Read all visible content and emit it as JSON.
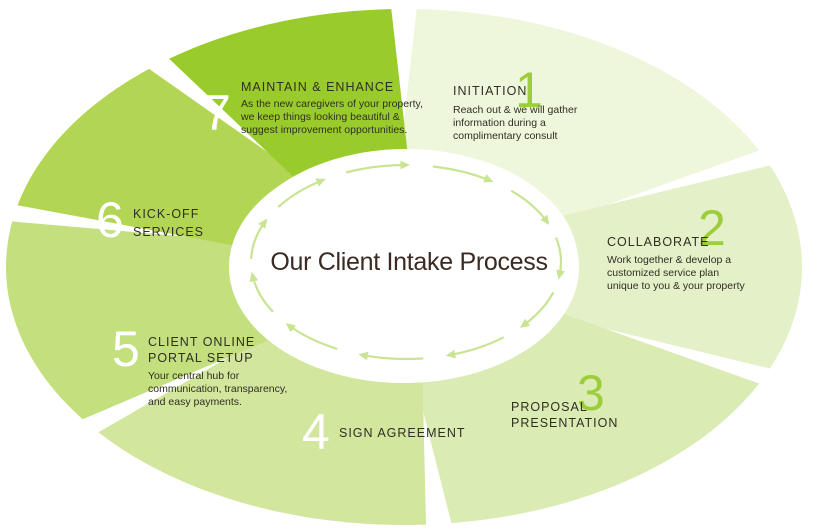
{
  "center": {
    "title": "Our Client Intake Process"
  },
  "colors": {
    "step1": "#eef6db",
    "step2": "#e4f0c7",
    "step3": "#dbebb4",
    "step4": "#d2e69d",
    "step5": "#c3df7e",
    "step6": "#b2d553",
    "step7": "#9acb2c",
    "arrow": "#c9e492",
    "dark_text": "#2f2f24",
    "light_text": "#ffffff",
    "green_num": "#9ccd3a"
  },
  "steps": [
    {
      "number": "1",
      "heading": "INITIATION",
      "description": [
        "Reach out & we will gather",
        "information during a",
        "complimentary consult"
      ]
    },
    {
      "number": "2",
      "heading": "COLLABORATE",
      "description": [
        "Work together & develop a",
        "customized service plan",
        "unique to you & your property"
      ]
    },
    {
      "number": "3",
      "heading": [
        "PROPOSAL",
        "PRESENTATION"
      ],
      "description": []
    },
    {
      "number": "4",
      "heading": "SIGN AGREEMENT",
      "description": []
    },
    {
      "number": "5",
      "heading": [
        "CLIENT ONLINE",
        "PORTAL SETUP"
      ],
      "description": [
        "Your central hub for",
        "communication, transparency,",
        "and easy payments."
      ]
    },
    {
      "number": "6",
      "heading": [
        "KICK-OFF",
        "SERVICES"
      ],
      "description": []
    },
    {
      "number": "7",
      "heading": "MAINTAIN & ENHANCE",
      "description": [
        "As the new caregivers of your property,",
        "we keep things looking beautiful &",
        "suggest improvement opportunities."
      ]
    }
  ]
}
